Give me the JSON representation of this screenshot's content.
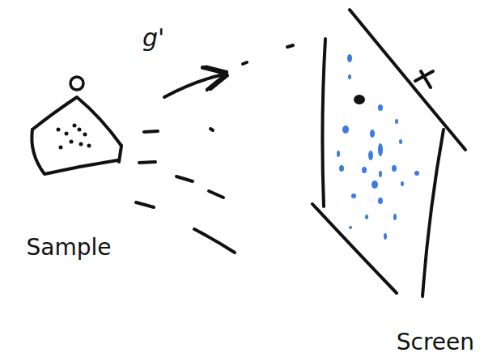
{
  "diagram": {
    "nodes": [
      {
        "text": [
          "Sample"
        ]
      },
      {
        "text": [
          "Screen"
        ]
      }
    ],
    "labels": [
      "g'"
    ]
  }
}
